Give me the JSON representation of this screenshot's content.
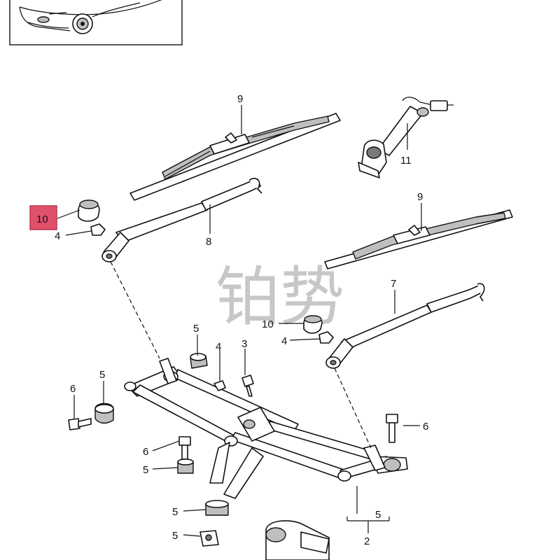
{
  "labels": {
    "p9_top": "9",
    "p11": "11",
    "p9_right": "9",
    "p10_highlight": "10",
    "p4_left": "4",
    "p8": "8",
    "p7": "7",
    "p10_mid": "10",
    "p4_mid": "4",
    "p5_a": "5",
    "p4_b": "4",
    "p3": "3",
    "p6_left": "6",
    "p5_left": "5",
    "p6_right": "6",
    "p6_b": "6",
    "p5_b": "5",
    "p5_c": "5",
    "p5_d": "5",
    "p5_bracket": "5",
    "p2": "2"
  },
  "watermark": "铂势",
  "colors": {
    "highlight_fill": "#e0516b",
    "highlight_stroke": "#b03048",
    "line": "#111111",
    "part_gray": "#bfbfbf"
  }
}
